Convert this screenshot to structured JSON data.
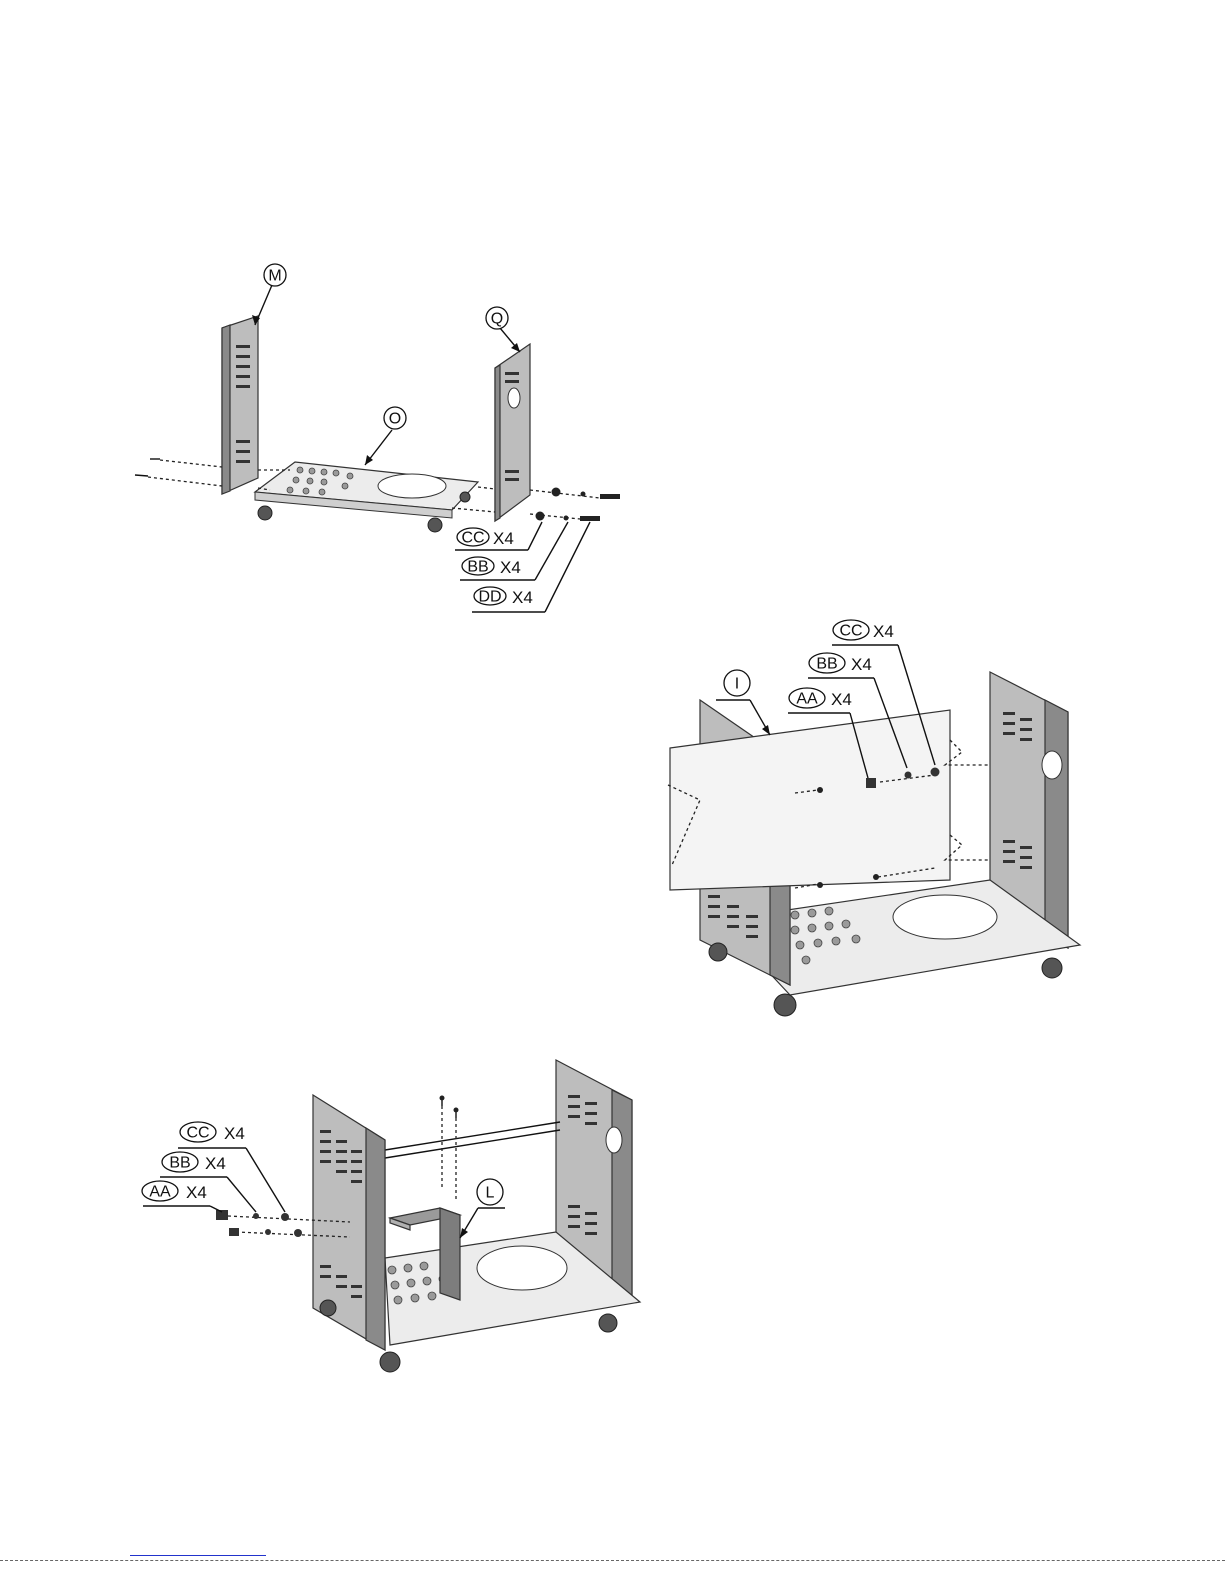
{
  "figure1": {
    "part_labels": [
      "M",
      "Q",
      "O"
    ],
    "hardware": [
      {
        "code": "CC",
        "qty": "X4"
      },
      {
        "code": "BB",
        "qty": "X4"
      },
      {
        "code": "DD",
        "qty": "X4"
      }
    ]
  },
  "figure2": {
    "part_labels": [
      "I"
    ],
    "hardware": [
      {
        "code": "CC",
        "qty": "X4"
      },
      {
        "code": "BB",
        "qty": "X4"
      },
      {
        "code": "AA",
        "qty": "X4"
      }
    ]
  },
  "figure3": {
    "part_labels": [
      "L"
    ],
    "hardware": [
      {
        "code": "CC",
        "qty": "X4"
      },
      {
        "code": "BB",
        "qty": "X4"
      },
      {
        "code": "AA",
        "qty": "X4"
      }
    ]
  }
}
